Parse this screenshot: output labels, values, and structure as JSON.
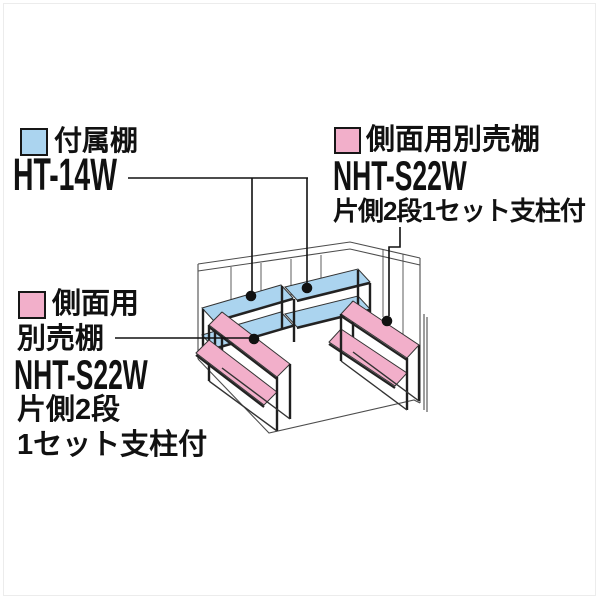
{
  "colors": {
    "attached_shelf_blue": "#abd4ef",
    "optional_shelf_pink": "#f2afca",
    "outline": "#4d4d4d",
    "leader_line": "#111111",
    "post_dark": "#1f1f1f"
  },
  "legend_top_left": {
    "label": "付属棚",
    "model": "HT-14W"
  },
  "legend_top_right": {
    "label": "側面用別売棚",
    "model": "NHT-S22W",
    "note": "片側2段1セット支柱付"
  },
  "legend_bottom_left": {
    "label_line1": "側面用",
    "label_line2": "別売棚",
    "model": "NHT-S22W",
    "note_line1": "片側2段",
    "note_line2": "1セット支柱付"
  }
}
